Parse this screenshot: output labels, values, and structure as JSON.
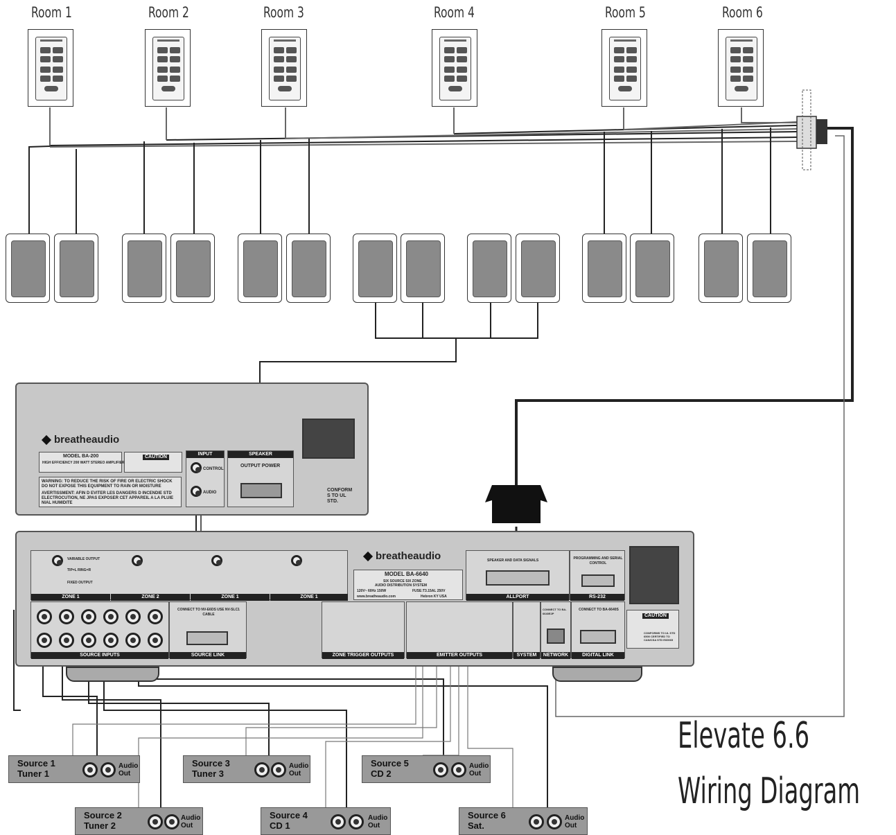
{
  "rooms": [
    "Room 1",
    "Room 2",
    "Room 3",
    "Room 4",
    "Room 5",
    "Room 6"
  ],
  "title_line1": "Elevate 6.6",
  "title_line2": "Wiring Diagram",
  "amp": {
    "brand": "breatheaudio",
    "model": "MODEL BA-200",
    "model_desc": "HIGH EFFICIENCY 200 WATT STEREO AMPLIFIER",
    "caution": "CAUTION",
    "warning": "WARNING: TO REDUCE THE RISK OF FIRE OR ELECTRIC SHOCK DO NOT EXPOSE THIS EQUIPMENT TO RAIN OR MOISTURE",
    "avertissment": "AVERTISSMENT: AFIN D EVITER LES DANGERS D INCENDIE STD ELECTROCUTION, NE JPAS EXPOSER CET APPAREIL A LA PLUIE NIAL HUMIDITE",
    "input_title": "INPUT",
    "control": "CONTROL",
    "audio": "AUDIO",
    "speaker_title": "SPEAKER",
    "output_power": "OUTPUT POWER",
    "conform": "CONFORM S TO UL STD."
  },
  "hub": {
    "brand": "breatheaudio",
    "model": "MODEL BA-6640",
    "desc1": "SIX SOURCE SIX ZONE",
    "desc2": "AUDIO DISTRIBUTION SYSTEM",
    "power": "120V~ 60Hz 150W",
    "fuse": "FUSE:T3.15AL 250V",
    "web": "www.breatheaudio.com",
    "loc": "Hebron KY USA",
    "zones": [
      "ZONE 1",
      "ZONE 2",
      "ZONE 1",
      "ZONE 1"
    ],
    "variable_output": "VARIABLE OUTPUT",
    "tip_ring": "TIP=L RING=R",
    "fixed_output": "FIXED OUTPUT",
    "allport_title": "SPEAKER AND DATA SIGNALS",
    "allport": "ALLPORT",
    "programming": "PROGRAMMING AND SERIAL CONTROL",
    "rs232": "RS-232",
    "source_inputs": "SOURCE INPUTS",
    "source_link_note": "CONNECT TO NV-E6DS USE NV-SLC1 CABLE",
    "source_link": "SOURCE LINK",
    "zone_trigger": "ZONE TRIGGER OUTPUTS",
    "emitter": "EMITTER OUTPUTS",
    "system": "SYSTEM",
    "network_note": "CONNECT TO BA-6640E2P",
    "network": "NETWORK",
    "digital_note": "CONNECT TO BA-6640S",
    "digital_link": "DIGITAL LINK",
    "caution": "CAUTION",
    "ul": "CONFORMS TO UL STD 6500 CERTIFIED TO CAN/CSA STD E60065"
  },
  "sources": [
    {
      "line1": "Source 1",
      "line2": "Tuner 1",
      "out": "Audio\nOut"
    },
    {
      "line1": "Source 2",
      "line2": "Tuner 2",
      "out": "Audio\nOut"
    },
    {
      "line1": "Source 3",
      "line2": "Tuner 3",
      "out": "Audio\nOut"
    },
    {
      "line1": "Source 4",
      "line2": "CD 1",
      "out": "Audio\nOut"
    },
    {
      "line1": "Source 5",
      "line2": "CD 2",
      "out": "Audio\nOut"
    },
    {
      "line1": "Source 6",
      "line2": "Sat.",
      "out": "Audio\nOut"
    }
  ],
  "colors": {
    "speaker_grill": "#8a8a8a",
    "chassis": "#c8c8c8",
    "source_box": "#999999",
    "wire": "#222222",
    "wire_light": "#888888"
  }
}
